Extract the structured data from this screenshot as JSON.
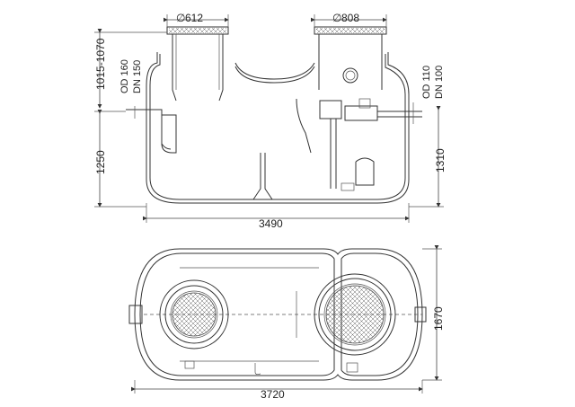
{
  "dimensions": {
    "cover_small": "612",
    "cover_large": "808",
    "total_length_side": "3490",
    "total_length_top": "3720",
    "height_lower": "1250",
    "height_top": "1015-1070",
    "height_right": "1310",
    "width_top": "1670",
    "diameter_symbol": "∅"
  },
  "pipes": {
    "inlet_od": "OD 160",
    "inlet_dn": "DN 150",
    "outlet_od": "OD 110",
    "outlet_dn": "DN 100"
  }
}
